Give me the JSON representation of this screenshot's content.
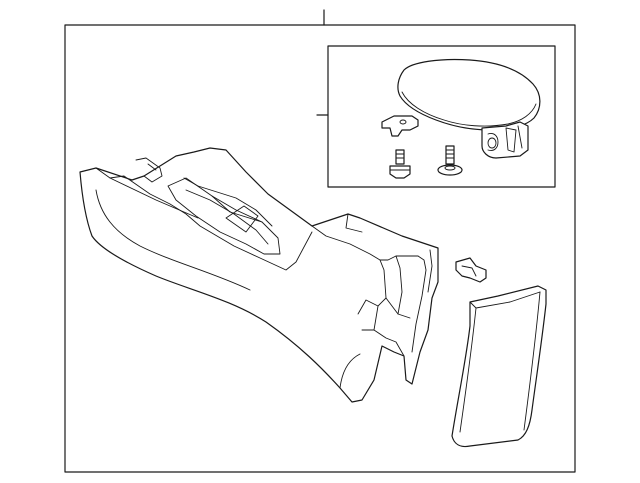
{
  "diagram": {
    "type": "exploded-parts-diagram",
    "subject": "center-console-assembly",
    "colors": {
      "line": "#1a1a1a",
      "background": "#ffffff"
    },
    "parts": [
      "console-body",
      "armrest-lid",
      "lid-hinge-bracket",
      "lid-mounting-plate",
      "bolt-left",
      "bolt-right",
      "retainer-clip",
      "side-trim-panel"
    ]
  }
}
